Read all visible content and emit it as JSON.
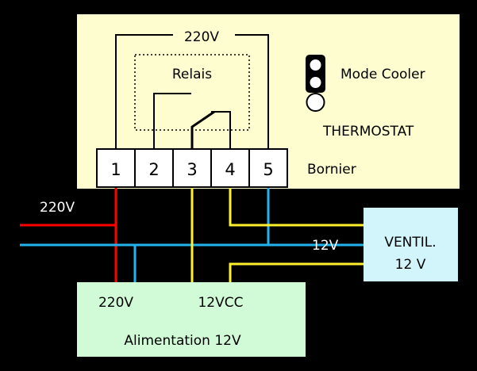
{
  "thermostat_box": {
    "supply_label": "220V",
    "relay_label": "Relais",
    "mode_label": "Mode Cooler",
    "device_label": "THERMOSTAT",
    "terminal_block_label": "Bornier",
    "terminals": [
      "1",
      "2",
      "3",
      "4",
      "5"
    ]
  },
  "mains_label": "220V",
  "fan_voltage_label": "12V",
  "fan_box": {
    "line1": "VENTIL.",
    "line2": "12 V"
  },
  "power_supply_box": {
    "input_label": "220V",
    "output_label": "12VCC",
    "title": "Alimentation 12V"
  },
  "colors": {
    "background": "#000000",
    "thermostat_fill": "#fdfdd0",
    "fan_fill": "#d2f5fb",
    "power_supply_fill": "#d1fbd6",
    "wire_red": "#ff0000",
    "wire_blue": "#22b3ef",
    "wire_yellow": "#fef12b",
    "terminal_fill": "#ffffff"
  }
}
